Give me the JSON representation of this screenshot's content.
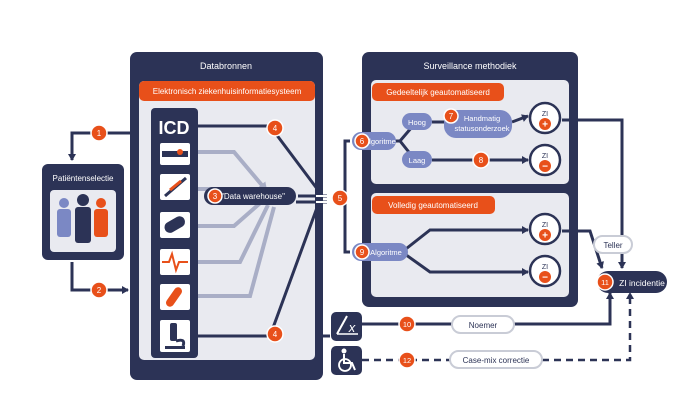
{
  "panels": {
    "sources_title": "Databronnen",
    "surveillance_title": "Surveillance methodiek",
    "ehr_label": "Elektronisch ziekenhuisinformatiesysteem",
    "semi_auto_label": "Gedeeltelijk geautomatiseerd",
    "full_auto_label": "Volledig geautomatiseerd"
  },
  "patient_selection": {
    "label": "Patiëntenselectie"
  },
  "sources": {
    "icd_label": "ICD",
    "icons": [
      "hospital-bed-icon",
      "syringe-icon",
      "pill-icon",
      "heart-rate-icon",
      "lab-tube-icon",
      "microscope-icon"
    ]
  },
  "warehouse": {
    "label": "\"Data warehouse\""
  },
  "algorithm": {
    "label": "Algoritme"
  },
  "risk": {
    "high": "Hoog",
    "low": "Laag"
  },
  "manual_review": {
    "line1": "Handmatig",
    "line2": "statusonderzoek"
  },
  "outcome": {
    "zi": "ZI",
    "plus": "+",
    "minus": "−"
  },
  "counter": {
    "teller": "Teller",
    "noemer": "Noemer",
    "casemix": "Case-mix correctie"
  },
  "incidence": {
    "label": "ZI incidentie"
  },
  "formula_icon": "x-over-slash-icon",
  "wheelchair_icon": "wheelchair-icon",
  "steps": [
    "1",
    "2",
    "3",
    "4",
    "5",
    "6",
    "7",
    "8",
    "9",
    "10",
    "11",
    "12"
  ],
  "colors": {
    "navy": "#2c3356",
    "orange": "#e8501a",
    "lavender": "#7b88c4",
    "bar_gray": "#c9ccd6",
    "panel_bg": "#e9eaf0"
  }
}
